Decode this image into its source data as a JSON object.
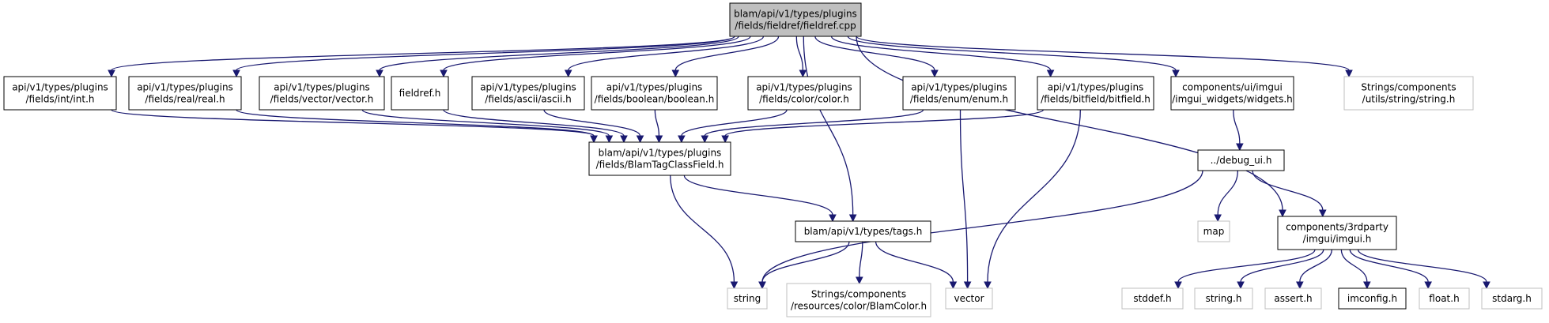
{
  "colors": {
    "edge": "#191970",
    "root_fill": "#bfbfbf",
    "primary_border": "#000000",
    "external_border": "#bfbfbf"
  },
  "nodes": [
    {
      "id": "root",
      "kind": "root",
      "lines": [
        "blam/api/v1/types/plugins",
        "/fields/fieldref/fieldref.cpp"
      ]
    },
    {
      "id": "int",
      "kind": "primary",
      "lines": [
        "api/v1/types/plugins",
        "/fields/int/int.h"
      ]
    },
    {
      "id": "real",
      "kind": "primary",
      "lines": [
        "api/v1/types/plugins",
        "/fields/real/real.h"
      ]
    },
    {
      "id": "vector_h",
      "kind": "primary",
      "lines": [
        "api/v1/types/plugins",
        "/fields/vector/vector.h"
      ]
    },
    {
      "id": "fieldref",
      "kind": "primary",
      "lines": [
        "fieldref.h"
      ]
    },
    {
      "id": "ascii",
      "kind": "primary",
      "lines": [
        "api/v1/types/plugins",
        "/fields/ascii/ascii.h"
      ]
    },
    {
      "id": "boolean",
      "kind": "primary",
      "lines": [
        "api/v1/types/plugins",
        "/fields/boolean/boolean.h"
      ]
    },
    {
      "id": "color",
      "kind": "primary",
      "lines": [
        "api/v1/types/plugins",
        "/fields/color/color.h"
      ]
    },
    {
      "id": "enum",
      "kind": "primary",
      "lines": [
        "api/v1/types/plugins",
        "/fields/enum/enum.h"
      ]
    },
    {
      "id": "bitfield",
      "kind": "primary",
      "lines": [
        "api/v1/types/plugins",
        "/fields/bitfield/bitfield.h"
      ]
    },
    {
      "id": "widgets",
      "kind": "primary",
      "lines": [
        "components/ui/imgui",
        "/imgui_widgets/widgets.h"
      ]
    },
    {
      "id": "string_h_ext",
      "kind": "external",
      "lines": [
        "Strings/components",
        "/utils/string/string.h"
      ]
    },
    {
      "id": "btcf",
      "kind": "primary",
      "lines": [
        "blam/api/v1/types/plugins",
        "/fields/BlamTagClassField.h"
      ]
    },
    {
      "id": "debug_ui",
      "kind": "primary",
      "lines": [
        "../debug_ui.h"
      ]
    },
    {
      "id": "tags",
      "kind": "primary",
      "lines": [
        "blam/api/v1/types/tags.h"
      ]
    },
    {
      "id": "map",
      "kind": "external",
      "lines": [
        "map"
      ]
    },
    {
      "id": "imgui",
      "kind": "primary",
      "lines": [
        "components/3rdparty",
        "/imgui/imgui.h"
      ]
    },
    {
      "id": "string",
      "kind": "external",
      "lines": [
        "string"
      ]
    },
    {
      "id": "blamcolor",
      "kind": "external",
      "lines": [
        "Strings/components",
        "/resources/color/BlamColor.h"
      ]
    },
    {
      "id": "vector",
      "kind": "external",
      "lines": [
        "vector"
      ]
    },
    {
      "id": "stddef",
      "kind": "external",
      "lines": [
        "stddef.h"
      ]
    },
    {
      "id": "stringh",
      "kind": "external",
      "lines": [
        "string.h"
      ]
    },
    {
      "id": "assert",
      "kind": "external",
      "lines": [
        "assert.h"
      ]
    },
    {
      "id": "imconfig",
      "kind": "primary",
      "lines": [
        "imconfig.h"
      ]
    },
    {
      "id": "float",
      "kind": "external",
      "lines": [
        "float.h"
      ]
    },
    {
      "id": "stdarg",
      "kind": "external",
      "lines": [
        "stdarg.h"
      ]
    }
  ],
  "edges": [
    [
      "root",
      "int"
    ],
    [
      "root",
      "real"
    ],
    [
      "root",
      "vector_h"
    ],
    [
      "root",
      "fieldref"
    ],
    [
      "root",
      "ascii"
    ],
    [
      "root",
      "boolean"
    ],
    [
      "root",
      "color"
    ],
    [
      "root",
      "enum"
    ],
    [
      "root",
      "bitfield"
    ],
    [
      "root",
      "widgets"
    ],
    [
      "root",
      "string_h_ext"
    ],
    [
      "root",
      "tags"
    ],
    [
      "root",
      "imgui"
    ],
    [
      "int",
      "btcf"
    ],
    [
      "real",
      "btcf"
    ],
    [
      "vector_h",
      "btcf"
    ],
    [
      "fieldref",
      "btcf"
    ],
    [
      "ascii",
      "btcf"
    ],
    [
      "boolean",
      "btcf"
    ],
    [
      "color",
      "btcf"
    ],
    [
      "enum",
      "btcf"
    ],
    [
      "bitfield",
      "btcf"
    ],
    [
      "enum",
      "vector"
    ],
    [
      "bitfield",
      "vector"
    ],
    [
      "btcf",
      "string"
    ],
    [
      "btcf",
      "tags"
    ],
    [
      "tags",
      "string"
    ],
    [
      "tags",
      "blamcolor"
    ],
    [
      "tags",
      "vector"
    ],
    [
      "widgets",
      "debug_ui"
    ],
    [
      "debug_ui",
      "string"
    ],
    [
      "debug_ui",
      "map"
    ],
    [
      "debug_ui",
      "imgui"
    ],
    [
      "imgui",
      "stddef"
    ],
    [
      "imgui",
      "stringh"
    ],
    [
      "imgui",
      "assert"
    ],
    [
      "imgui",
      "imconfig"
    ],
    [
      "imgui",
      "float"
    ],
    [
      "imgui",
      "stdarg"
    ]
  ]
}
